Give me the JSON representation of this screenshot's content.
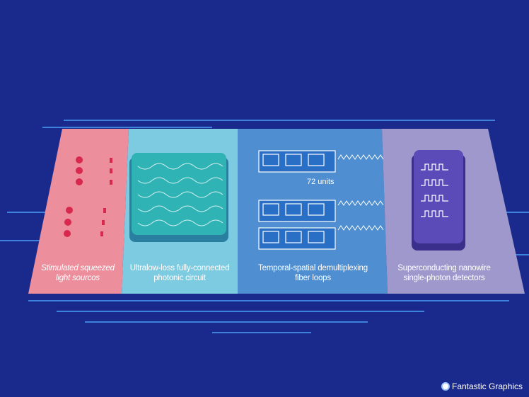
{
  "stages": [
    {
      "label_line1": "Stimulated squeezed",
      "label_line2": "light sourcos",
      "color": "#ec8e9b"
    },
    {
      "label_line1": "Ultralow-loss fully-connected",
      "label_line2": "photonic circuit",
      "color": "#7dcbe0"
    },
    {
      "label_line1": "Temporal-spatial demultiplexing",
      "label_line2": "fiber loops",
      "color": "#4f8ed0"
    },
    {
      "label_line1": "Superconducting nanowire",
      "label_line2": "single-photon detectors",
      "color": "#9e98cd"
    }
  ],
  "units_label": "72 units",
  "brand": "Fantastic Graphics",
  "background": "#1a2a8c"
}
